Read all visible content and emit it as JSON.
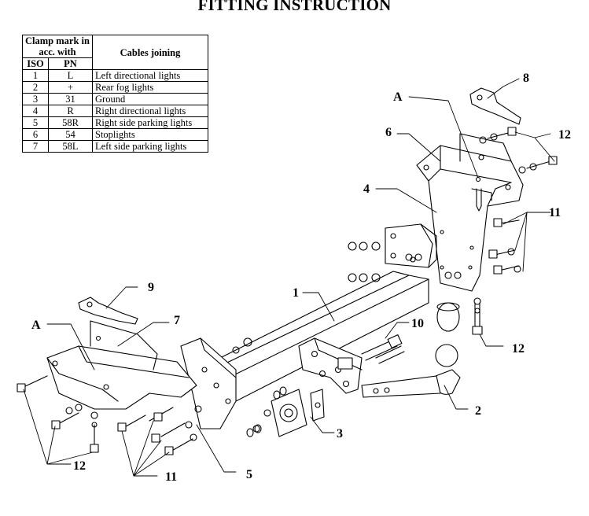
{
  "title": "FITTING INSTRUCTION",
  "table": {
    "header_clamp": "Clamp mark in acc. with",
    "header_cables": "Cables joining",
    "header_iso": "ISO",
    "header_pn": "PN",
    "rows": [
      {
        "iso": "1",
        "pn": "L",
        "desc": "Left directional lights"
      },
      {
        "iso": "2",
        "pn": "+",
        "desc": "Rear fog lights"
      },
      {
        "iso": "3",
        "pn": "31",
        "desc": "Ground"
      },
      {
        "iso": "4",
        "pn": "R",
        "desc": "Right directional lights"
      },
      {
        "iso": "5",
        "pn": "58R",
        "desc": "Right side parking lights"
      },
      {
        "iso": "6",
        "pn": "54",
        "desc": "Stoplights"
      },
      {
        "iso": "7",
        "pn": "58L",
        "desc": "Left side parking lights"
      }
    ]
  },
  "callouts": {
    "c1": "1",
    "c2": "2",
    "c3": "3",
    "c4": "4",
    "c5": "5",
    "c6": "6",
    "c7": "7",
    "c8": "8",
    "c9": "9",
    "c10": "10",
    "c11_right": "11",
    "c11_bottom": "11",
    "c12_top": "12",
    "c12_mid": "12",
    "c12_bottom": "12",
    "a_right": "A",
    "a_left": "A"
  }
}
